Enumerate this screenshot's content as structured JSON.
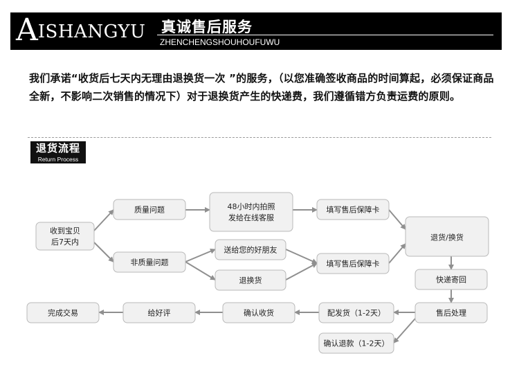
{
  "header": {
    "logo_initial": "A",
    "logo_rest": "ISHANGYU",
    "title": "真诚售后服务",
    "subtitle": "ZHENCHENGSHOUHOUFUWU"
  },
  "policy_text": "我们承诺“收货后七天内无理由退换货一次 ”的服务，（以您准确签收商品的时间算起，必须保证商品全新，不影响二次销售的情况下）对于退换货产生的快递费，我们遵循错方负责运费的原则。",
  "section": {
    "title": "退货流程",
    "subtitle": "Return Process"
  },
  "flow": {
    "nodes": {
      "receive": [
        "收到宝贝",
        "后7天内"
      ],
      "quality": [
        "质量问题"
      ],
      "non_quality": [
        "非质量问题"
      ],
      "photo": [
        "48小时内拍照",
        "发给在线客服"
      ],
      "gift": [
        "送给您的好朋友"
      ],
      "exchange": [
        "退换货"
      ],
      "card1": [
        "填写售后保障卡"
      ],
      "card2": [
        "填写售后保障卡"
      ],
      "return_exchange": [
        "退货/换货"
      ],
      "express": [
        "快递寄回"
      ],
      "service": [
        "售后处理"
      ],
      "ship": [
        "配发货（1-2天）"
      ],
      "refund": [
        "确认退款（1-2天）"
      ],
      "confirm": [
        "确认收货"
      ],
      "review": [
        "给好评"
      ],
      "done": [
        "完成交易"
      ]
    }
  }
}
